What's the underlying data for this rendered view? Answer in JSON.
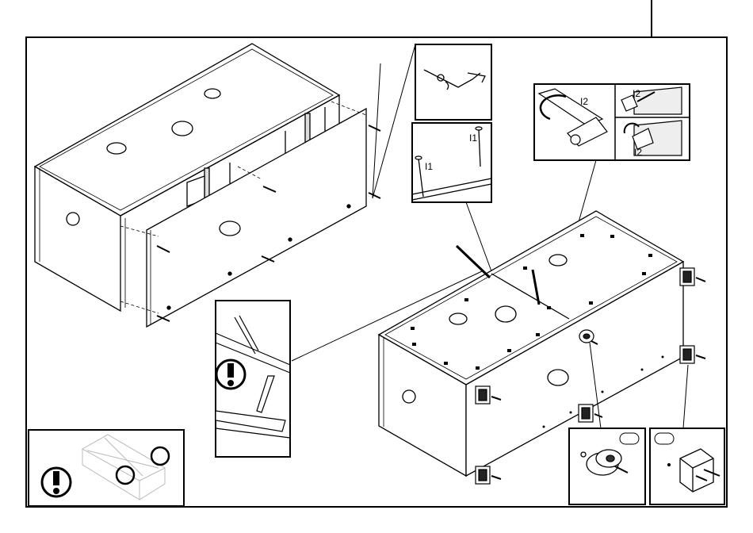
{
  "labels": {
    "cam_lock": "I2",
    "cam_lock_b": "I2",
    "cam_lock_c": "I2",
    "nail_a": "I1",
    "nail_b": "I1"
  },
  "colors": {
    "line": "#000000",
    "board": "#f2f2f2",
    "panel": "#ffffff",
    "light_line": "#b8b8b8"
  },
  "icons": {
    "warning": "exclamation-in-circle-icon",
    "callout_marker": "circle-marker-icon"
  }
}
